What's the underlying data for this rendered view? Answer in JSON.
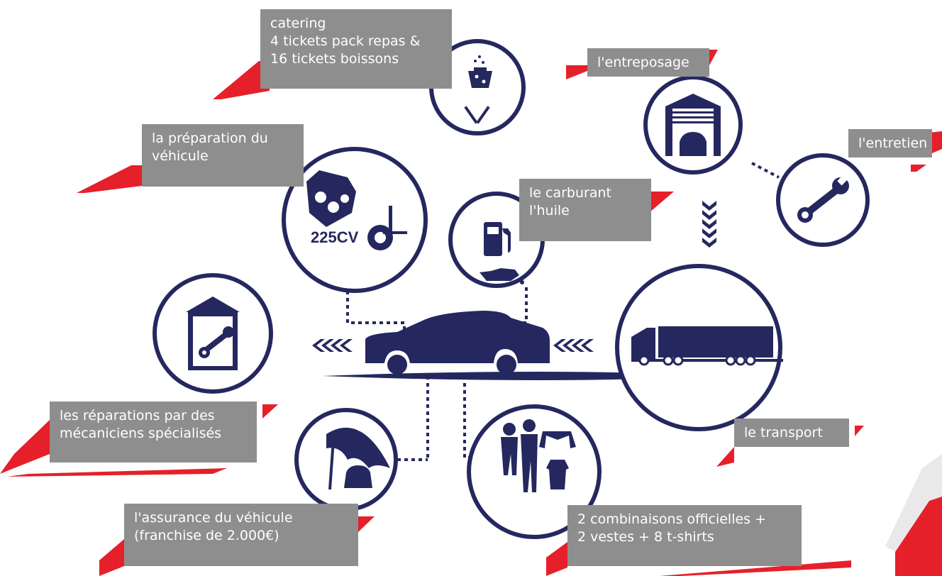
{
  "colors": {
    "navy": "#25285f",
    "red": "#e5202a",
    "grey": "#8e8e8e",
    "white": "#ffffff"
  },
  "labels": {
    "catering": [
      "catering",
      "4 tickets pack repas &",
      "16 tickets boissons"
    ],
    "entreposage": [
      "l'entreposage"
    ],
    "preparation": [
      "la préparation du",
      "véhicule"
    ],
    "entretien": [
      "l'entretien"
    ],
    "carburant": [
      "le carburant",
      "l'huile"
    ],
    "reparations": [
      "les réparations par des",
      "mécaniciens spécialisés"
    ],
    "transport": [
      "le transport"
    ],
    "assurance": [
      "l'assurance du véhicule",
      "(franchise de 2.000€)"
    ],
    "combinaisons": [
      "2 combinaisons officielles  +",
      "2 vestes + 8 t-shirts"
    ]
  },
  "engine_power": "225CV",
  "icons": [
    "drink-food-icon",
    "garage-car-icon",
    "engine-suspension-icon",
    "wrench-icon",
    "fuel-oil-icon",
    "tent-wrench-icon",
    "truck-icon",
    "umbrella-car-icon",
    "drivers-clothing-icon",
    "pickup-truck-icon"
  ]
}
